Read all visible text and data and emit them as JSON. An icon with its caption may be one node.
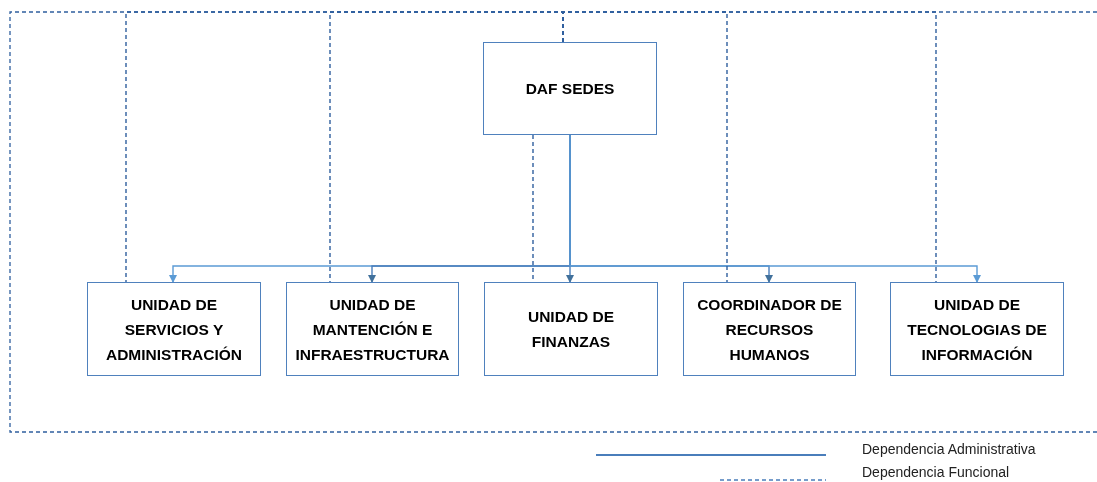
{
  "diagram": {
    "nodes": [
      {
        "text": [
          "DAF SEDES"
        ]
      },
      {
        "text": [
          "UNIDAD DE SERVICIOS Y ADMINISTRACIÓN"
        ]
      },
      {
        "text": [
          "UNIDAD DE MANTENCIÓN E INFRAESTRUCTURA"
        ]
      },
      {
        "text": [
          "UNIDAD DE FINANZAS"
        ]
      },
      {
        "text": [
          "COORDINADOR DE RECURSOS HUMANOS"
        ]
      },
      {
        "text": [
          "UNIDAD DE TECNOLOGIAS DE INFORMACIÓN"
        ]
      }
    ],
    "edges": [
      {
        "from": 0,
        "to": 1,
        "arrow": "to",
        "color": "#5b9bd5"
      },
      {
        "from": 0,
        "to": 2,
        "arrow": "to"
      },
      {
        "from": 0,
        "to": 3,
        "arrow": "to"
      },
      {
        "from": 0,
        "to": 4,
        "arrow": "to"
      },
      {
        "from": 0,
        "to": 5,
        "arrow": "to",
        "color": "#5b9bd5"
      },
      {
        "from": 0,
        "to": 1,
        "arrow": "none",
        "style": "dashed"
      },
      {
        "from": 0,
        "to": 2,
        "arrow": "none",
        "style": "dashed"
      },
      {
        "from": 0,
        "to": 3,
        "arrow": "none",
        "style": "dashed"
      },
      {
        "from": 0,
        "to": 4,
        "arrow": "none",
        "style": "dashed"
      },
      {
        "from": 0,
        "to": 5,
        "arrow": "none",
        "style": "dashed"
      }
    ],
    "legend": [
      {
        "text": "Dependencia Administrativa"
      },
      {
        "text": "Dependencia Funcional"
      }
    ]
  }
}
